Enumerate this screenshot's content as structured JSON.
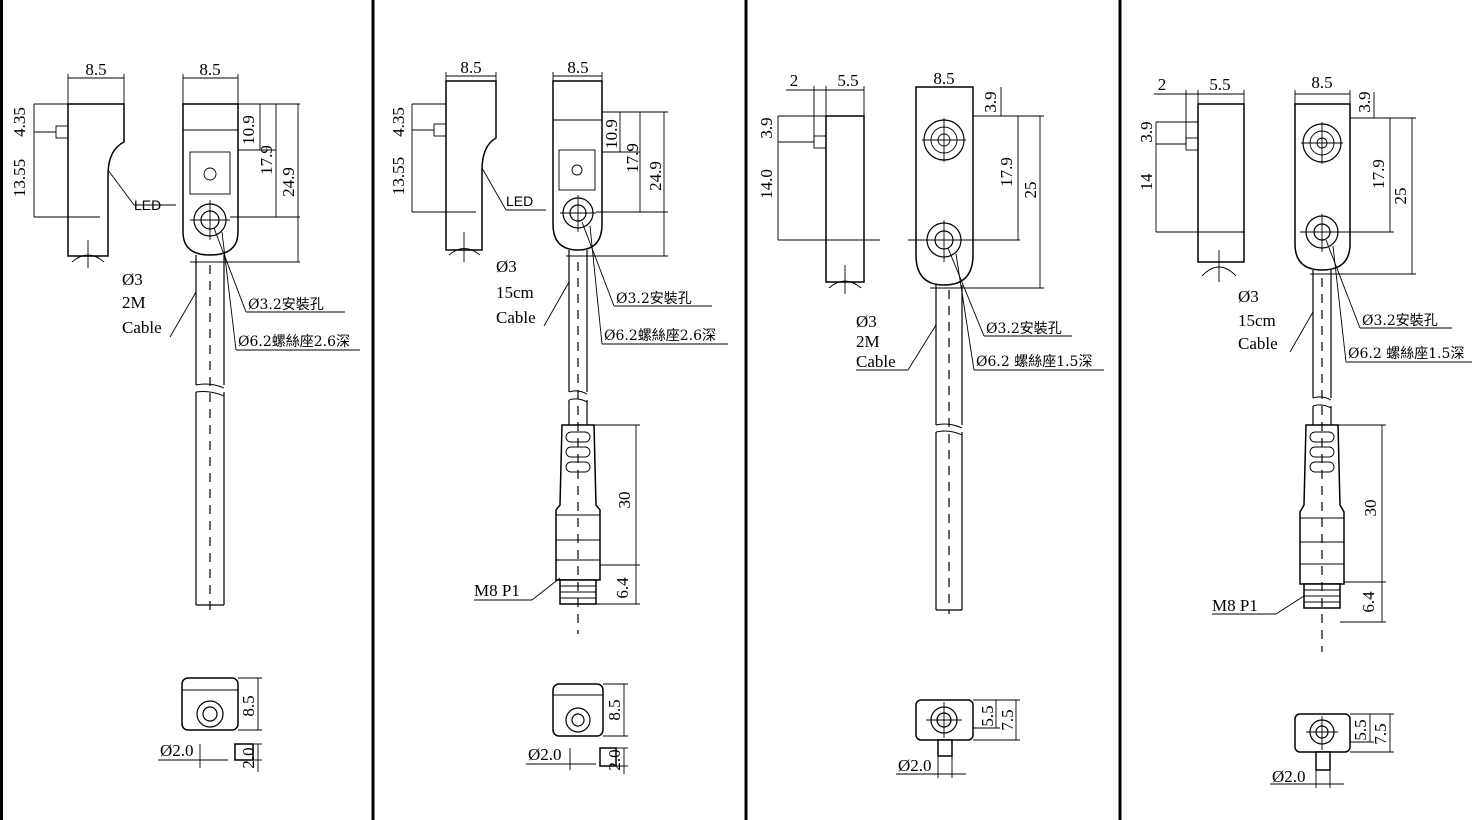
{
  "panels": [
    {
      "top_widths": [
        "8.5",
        "8.5"
      ],
      "side_dims": [
        "4.35",
        "13.55"
      ],
      "front_dims": [
        "10.9",
        "17.9",
        "24.9"
      ],
      "led": "LED",
      "cable": [
        "Ø3",
        "2M",
        "Cable"
      ],
      "hole": "Ø3.2安裝孔",
      "seat": "Ø6.2螺絲座2.6深",
      "bottom_dims": [
        "8.5",
        "2.0",
        "Ø2.0"
      ]
    },
    {
      "top_widths": [
        "8.5",
        "8.5"
      ],
      "side_dims": [
        "4.35",
        "13.55"
      ],
      "front_dims": [
        "10.9",
        "17.9",
        "24.9"
      ],
      "led": "LED",
      "cable": [
        "Ø3",
        "15cm",
        "Cable"
      ],
      "hole": "Ø3.2安裝孔",
      "seat": "Ø6.2螺絲座2.6深",
      "connector": "M8 P1",
      "connector_dims": [
        "30",
        "6.4"
      ],
      "bottom_dims": [
        "8.5",
        "2.0",
        "Ø2.0"
      ]
    },
    {
      "top_widths": [
        "2",
        "5.5",
        "8.5"
      ],
      "side_dims": [
        "3.9",
        "14.0"
      ],
      "front_dims": [
        "3.9",
        "17.9",
        "25"
      ],
      "cable": [
        "Ø3",
        "2M",
        "Cable"
      ],
      "hole": "Ø3.2安裝孔",
      "seat": "Ø6.2 螺絲座1.5深",
      "bottom_dims": [
        "5.5",
        "7.5",
        "Ø2.0"
      ]
    },
    {
      "top_widths": [
        "2",
        "5.5",
        "8.5"
      ],
      "side_dims": [
        "3.9",
        "14"
      ],
      "front_dims": [
        "3.9",
        "17.9",
        "25"
      ],
      "cable": [
        "Ø3",
        "15cm",
        "Cable"
      ],
      "hole": "Ø3.2安裝孔",
      "seat": "Ø6.2 螺絲座1.5深",
      "connector": "M8 P1",
      "connector_dims": [
        "30",
        "6.4"
      ],
      "bottom_dims": [
        "5.5",
        "7.5",
        "Ø2.0"
      ]
    }
  ]
}
